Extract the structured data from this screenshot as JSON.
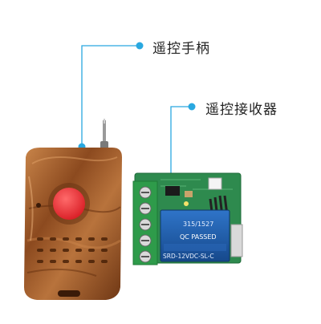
{
  "callouts": {
    "remote_label": "遥控手柄",
    "receiver_label": "遥控接收器"
  },
  "relay": {
    "model_top": "315/1527",
    "qc_text": "QC PASSED",
    "part_number": "SRD-12VDC-SL-C"
  },
  "colors": {
    "callout_line": "#29a8e0",
    "remote_shell": "#a9622e",
    "button": "#e8323a",
    "pcb": "#2e8a4e",
    "relay_body": "#1f5fb0",
    "terminal": "#2e9b4a"
  }
}
